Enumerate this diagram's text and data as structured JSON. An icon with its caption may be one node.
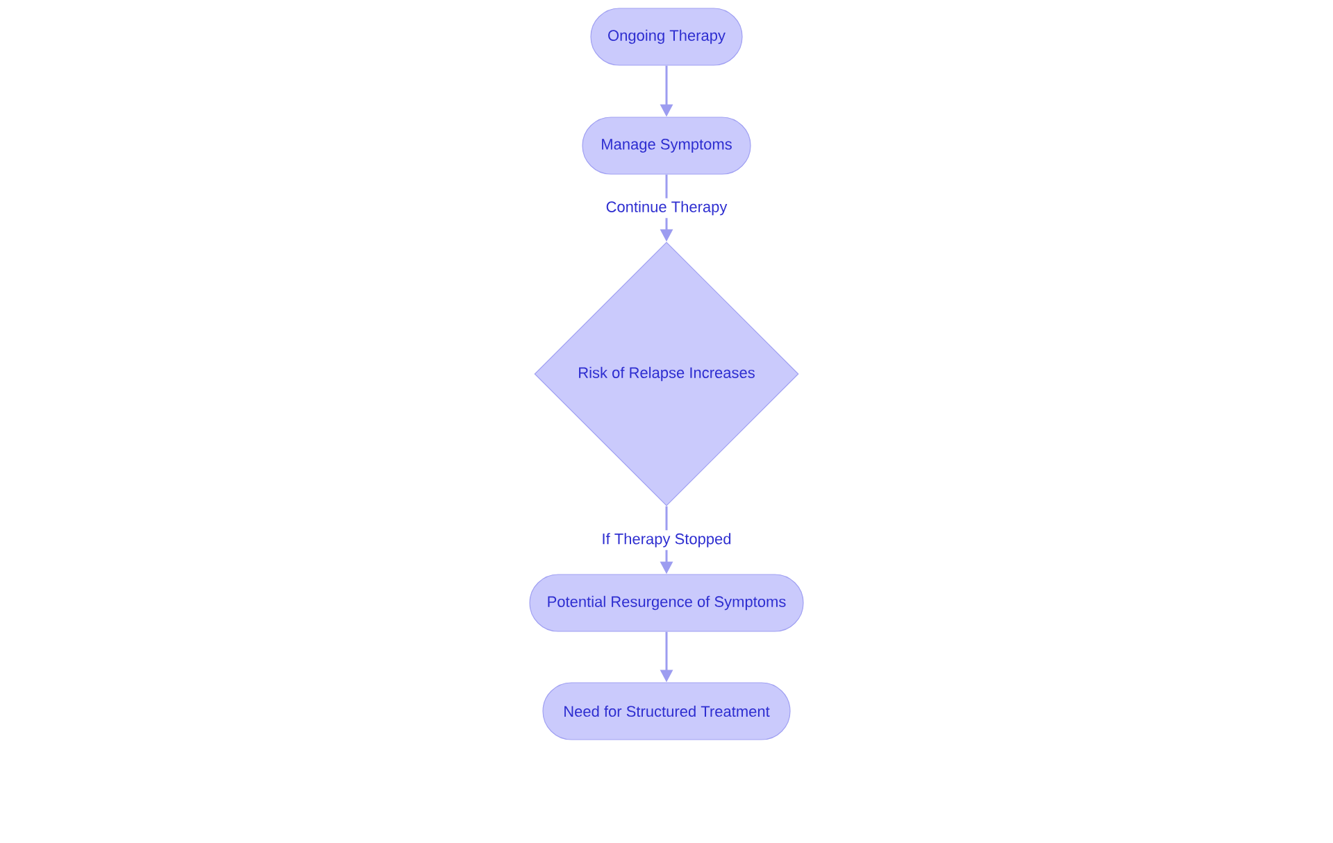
{
  "diagram": {
    "nodes": [
      {
        "text": [
          "Ongoing Therapy"
        ]
      },
      {
        "text": [
          "Manage Symptoms"
        ]
      },
      {
        "text": [
          "Risk of Relapse Increases"
        ]
      },
      {
        "text": [
          "Potential Resurgence of Symptoms"
        ]
      },
      {
        "text": [
          "Need for Structured Treatment"
        ]
      }
    ],
    "edges": [
      {
        "from": 0,
        "to": 1,
        "arrow": "to"
      },
      {
        "from": 1,
        "to": 2,
        "arrow": "to",
        "label": "Continue Therapy"
      },
      {
        "from": 2,
        "to": 3,
        "arrow": "to",
        "label": "If Therapy Stopped"
      },
      {
        "from": 3,
        "to": 4,
        "arrow": "to"
      }
    ]
  }
}
